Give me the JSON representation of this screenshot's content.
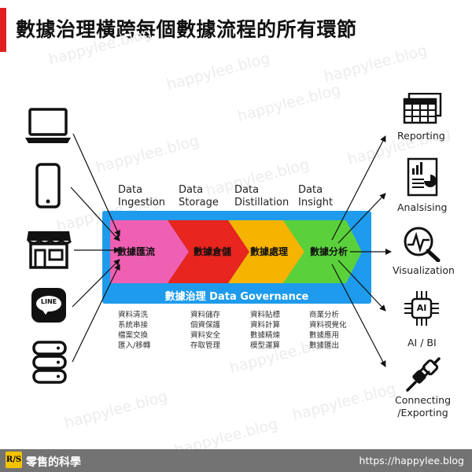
{
  "title": "數據治理橫跨每個數據流程的所有環節",
  "watermark": "happylee.blog",
  "stages": [
    {
      "header_line1": "Data",
      "header_line2": "Ingestion",
      "name": "數據匯流",
      "color": "#ef5fb2",
      "details": [
        "資料清洗",
        "系統串接",
        "檔案交換",
        "匯入/移轉"
      ]
    },
    {
      "header_line1": "Data",
      "header_line2": "Storage",
      "name": "數據倉儲",
      "color": "#e8251e",
      "details": [
        "資料儲存",
        "個資保護",
        "資料安全",
        "存取管理"
      ]
    },
    {
      "header_line1": "Data",
      "header_line2": "Distillation",
      "name": "數據處理",
      "color": "#f6b400",
      "details": [
        "資料貼標",
        "資料計算",
        "數據精煉",
        "模型運算"
      ]
    },
    {
      "header_line1": "Data",
      "header_line2": "Insight",
      "name": "數據分析",
      "color": "#5ad13b",
      "details": [
        "商業分析",
        "資料視覺化",
        "數據應用",
        "數據匯出"
      ]
    }
  ],
  "governance": "數據治理 Data Governance",
  "sources": [
    {
      "icon": "laptop-icon"
    },
    {
      "icon": "smartphone-icon"
    },
    {
      "icon": "store-icon"
    },
    {
      "icon": "line-app-icon",
      "text": "LINE"
    },
    {
      "icon": "database-icon"
    }
  ],
  "outputs": [
    {
      "label": "Reporting",
      "icon": "spreadsheet-icon"
    },
    {
      "label": "Analsising",
      "icon": "report-chart-icon"
    },
    {
      "label": "Visualization",
      "icon": "chart-magnifier-icon"
    },
    {
      "label": "AI / BI",
      "icon": "ai-chip-icon",
      "icon_text": "AI"
    },
    {
      "label_line1": "Connecting",
      "label_line2": "/Exporting",
      "icon": "plug-icon"
    }
  ],
  "footer": {
    "logo": "R/S",
    "brand": "零售的科學",
    "url": "https://happylee.blog"
  },
  "colors": {
    "governance": "#1e9bec",
    "accent": "#e02020",
    "footer": "#737373",
    "logo": "#f3c300"
  }
}
